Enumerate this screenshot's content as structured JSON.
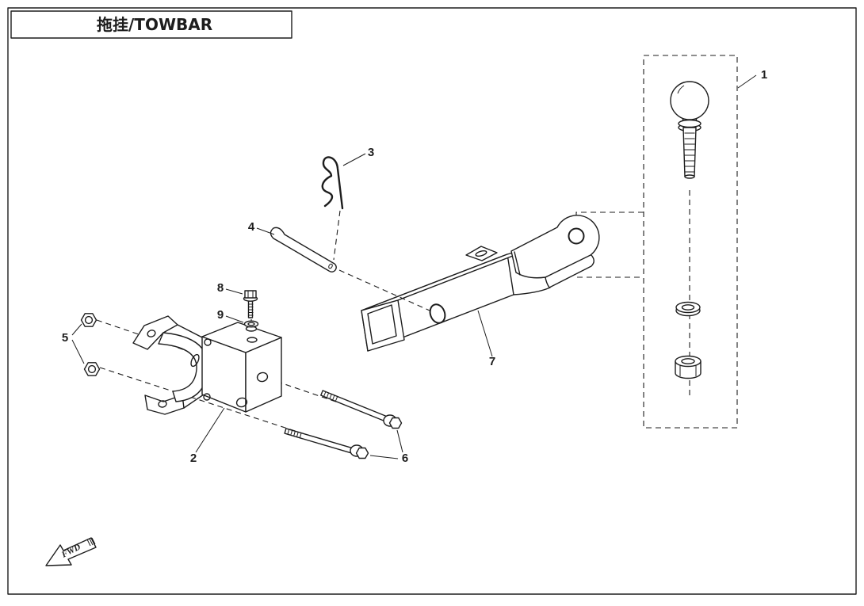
{
  "title": "拖挂/TOWBAR",
  "fwd_label": "FWD",
  "colors": {
    "line": "#1d1d1d",
    "bg": "#ffffff"
  },
  "part_labels": [
    {
      "num": "1"
    },
    {
      "num": "2"
    },
    {
      "num": "3"
    },
    {
      "num": "4"
    },
    {
      "num": "5"
    },
    {
      "num": "6"
    },
    {
      "num": "7"
    },
    {
      "num": "8"
    },
    {
      "num": "9"
    }
  ]
}
